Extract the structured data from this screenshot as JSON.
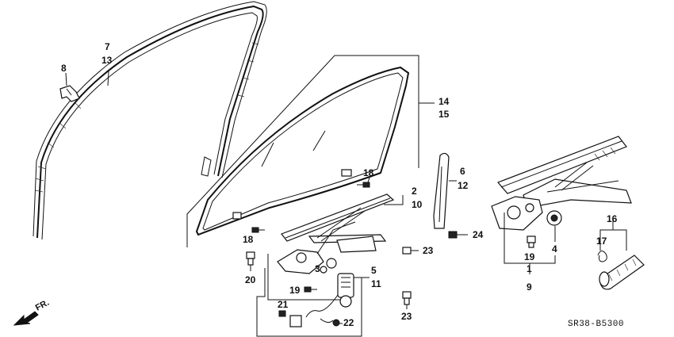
{
  "callouts": {
    "c7": "7",
    "c13": "13",
    "c8": "8",
    "c14": "14",
    "c15": "15",
    "c18a": "18",
    "c18b": "18",
    "c2": "2",
    "c10": "10",
    "c6": "6",
    "c12": "12",
    "c24": "24",
    "c23a": "23",
    "c23b": "23",
    "c20": "20",
    "c3": "3",
    "c5": "5",
    "c11": "11",
    "c19a": "19",
    "c21": "21",
    "c22": "22",
    "c16": "16",
    "c17": "17",
    "c19b": "19",
    "c1": "1",
    "c9": "9",
    "c4": "4"
  },
  "direction_label": "FR.",
  "diagram_code": "SR38-B5300"
}
